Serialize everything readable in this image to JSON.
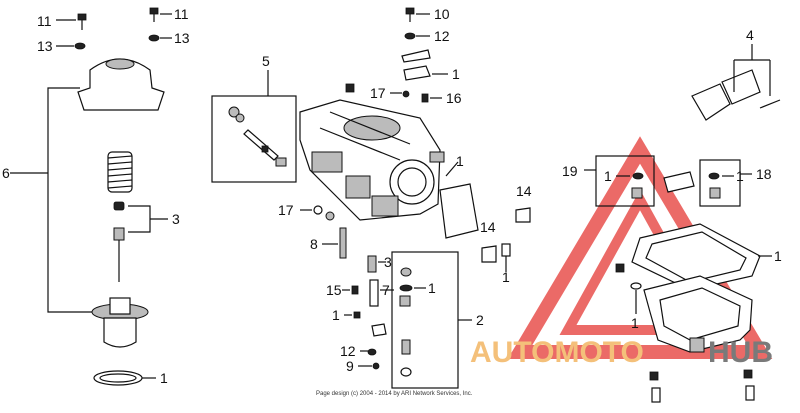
{
  "callouts": [
    {
      "id": "c11a",
      "text": "11"
    },
    {
      "id": "c13a",
      "text": "13"
    },
    {
      "id": "c11b",
      "text": "11"
    },
    {
      "id": "c13b",
      "text": "13"
    },
    {
      "id": "c6",
      "text": "6"
    },
    {
      "id": "c3a",
      "text": "3"
    },
    {
      "id": "c1a",
      "text": "1"
    },
    {
      "id": "c5",
      "text": "5"
    },
    {
      "id": "c10",
      "text": "10"
    },
    {
      "id": "c12a",
      "text": "12"
    },
    {
      "id": "c1b",
      "text": "1"
    },
    {
      "id": "c17a",
      "text": "17"
    },
    {
      "id": "c16",
      "text": "16"
    },
    {
      "id": "c1c",
      "text": "1"
    },
    {
      "id": "c17b",
      "text": "17"
    },
    {
      "id": "c8",
      "text": "8"
    },
    {
      "id": "c3b",
      "text": "3"
    },
    {
      "id": "c15",
      "text": "15"
    },
    {
      "id": "c7",
      "text": "7"
    },
    {
      "id": "c1d",
      "text": "1"
    },
    {
      "id": "c1e",
      "text": "1"
    },
    {
      "id": "c2",
      "text": "2"
    },
    {
      "id": "c12b",
      "text": "12"
    },
    {
      "id": "c9",
      "text": "9"
    },
    {
      "id": "c14a",
      "text": "14"
    },
    {
      "id": "c14b",
      "text": "14"
    },
    {
      "id": "c1f",
      "text": "1"
    },
    {
      "id": "c4",
      "text": "4"
    },
    {
      "id": "c19",
      "text": "19"
    },
    {
      "id": "c1g",
      "text": "1"
    },
    {
      "id": "c1h",
      "text": "1"
    },
    {
      "id": "c18",
      "text": "18"
    },
    {
      "id": "c1i",
      "text": "1"
    },
    {
      "id": "c1j",
      "text": "1"
    }
  ],
  "copyright": "Page design (c) 2004 - 2014 by ARI Network Services, Inc.",
  "watermark": {
    "word_a": "AUTOMOTO",
    "word_b": "HUB",
    "color_a": "#f4c07a",
    "color_b": "#7a7a7a",
    "triangle_color": "#e53935"
  }
}
